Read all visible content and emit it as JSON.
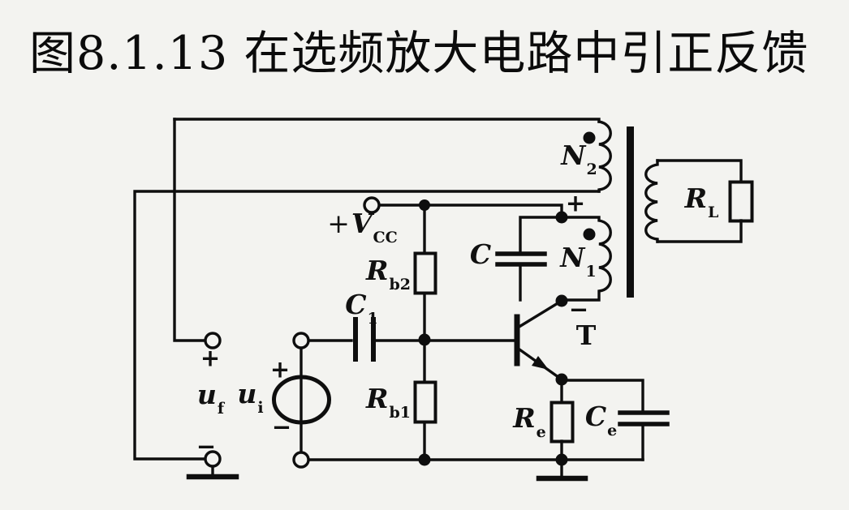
{
  "title": {
    "text": "图8.1.13 在选频放大电路中引正反馈"
  },
  "colors": {
    "background": "#f3f3f0",
    "line": "#0e0e0e",
    "text": "#0b0b0b"
  },
  "components": {
    "vcc": {
      "prefix": "+",
      "main": "V",
      "sub": "CC"
    },
    "rb2": {
      "main": "R",
      "sub": "b2"
    },
    "rb1": {
      "main": "R",
      "sub": "b1"
    },
    "c1": {
      "main": "C",
      "sub": "1"
    },
    "c": {
      "main": "C",
      "sub": ""
    },
    "n2": {
      "main": "N",
      "sub": "2"
    },
    "n1": {
      "main": "N",
      "sub": "1"
    },
    "rl": {
      "main": "R",
      "sub": "L"
    },
    "re": {
      "main": "R",
      "sub": "e"
    },
    "ce": {
      "main": "C",
      "sub": "e"
    },
    "t": {
      "main": "T",
      "sub": ""
    },
    "uf": {
      "main": "u",
      "sub": "f"
    },
    "ui": {
      "main": "u",
      "sub": "i"
    }
  },
  "signs": {
    "plus": "+",
    "minus": "−"
  }
}
